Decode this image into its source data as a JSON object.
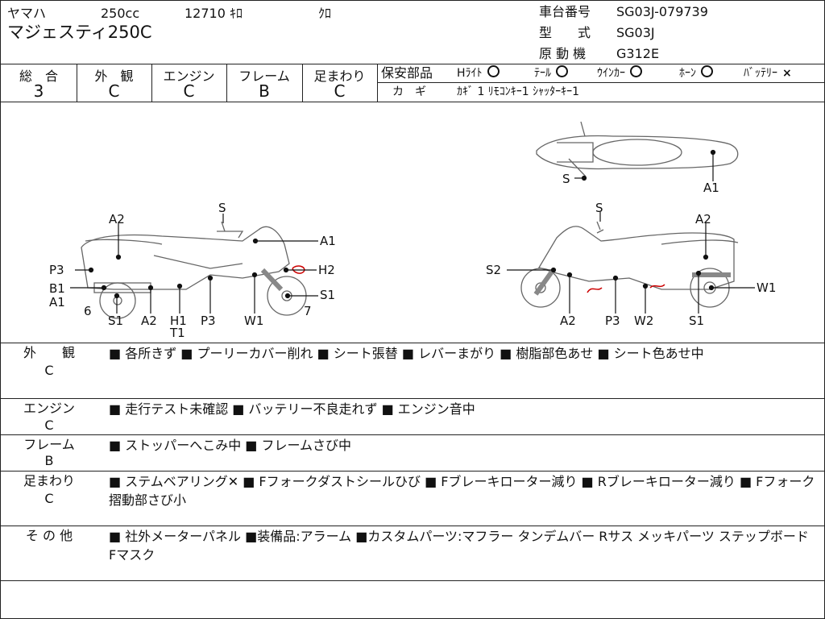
{
  "header": {
    "maker": "ヤマハ",
    "displacement": "250cc",
    "mileage": "12710 ｷﾛ",
    "color": "ｸﾛ",
    "model_name": "マジェスティ250C",
    "frame_no_label": "車台番号",
    "frame_no": "SG03J-079739",
    "type_label": "型　　式",
    "type_value": "SG03J",
    "engine_label": "原 動 機",
    "engine_value": "G312E"
  },
  "grades": [
    {
      "label": "総　合",
      "value": "3"
    },
    {
      "label": "外　観",
      "value": "C"
    },
    {
      "label": "エンジン",
      "value": "C"
    },
    {
      "label": "フレーム",
      "value": "B"
    },
    {
      "label": "足まわり",
      "value": "C"
    }
  ],
  "safety": {
    "label": "保安部品",
    "items": [
      {
        "name": "Hﾗｲﾄ",
        "status": "ok"
      },
      {
        "name": "ﾃｰﾙ",
        "status": "ok"
      },
      {
        "name": "ｳｲﾝｶｰ",
        "status": "ok"
      },
      {
        "name": "ﾎｰﾝ",
        "status": "ok"
      },
      {
        "name": "ﾊﾞｯﾃﾘｰ",
        "status": "ng"
      }
    ],
    "keys_label": "カ　ギ",
    "keys_value": "ｶｷﾞ 1 ﾘﾓｺﾝｷｰ1 ｼｬｯﾀｰｷｰ1"
  },
  "diagram": {
    "left_labels": [
      "A2",
      "S",
      "A1",
      "P3",
      "H2",
      "B1",
      "A1",
      "S1",
      "6",
      "7",
      "S1",
      "A2",
      "H1",
      "T1",
      "P3",
      "W1"
    ],
    "right_labels": [
      "S",
      "A2",
      "S2",
      "W1",
      "A2",
      "P3",
      "W2",
      "S1"
    ],
    "top_labels": [
      "S",
      "A1"
    ]
  },
  "sections": [
    {
      "label": "外　　観",
      "grade": "C",
      "text": "■ 各所きず ■ プーリーカバー削れ ■ シート張替 ■ レバーまがり ■ 樹脂部色あせ ■ シート色あせ中"
    },
    {
      "label": "エンジン",
      "grade": "C",
      "text": "■ 走行テスト未確認 ■ バッテリー不良走れず ■ エンジン音中"
    },
    {
      "label": "フレーム",
      "grade": "B",
      "text": "■ ストッパーへこみ中 ■ フレームさび中"
    },
    {
      "label": "足まわり",
      "grade": "C",
      "text": "■ ステムベアリング✕ ■ Fフォークダストシールひび ■ Fブレーキローター減り ■ Rブレーキローター減り ■ Fフォーク摺動部さび小"
    },
    {
      "label": "そ の 他",
      "grade": "",
      "text": "■ 社外メーターパネル ■装備品:アラーム ■カスタムパーツ:マフラー タンデムバー Rサス メッキパーツ ステップボード Fマスク"
    }
  ]
}
